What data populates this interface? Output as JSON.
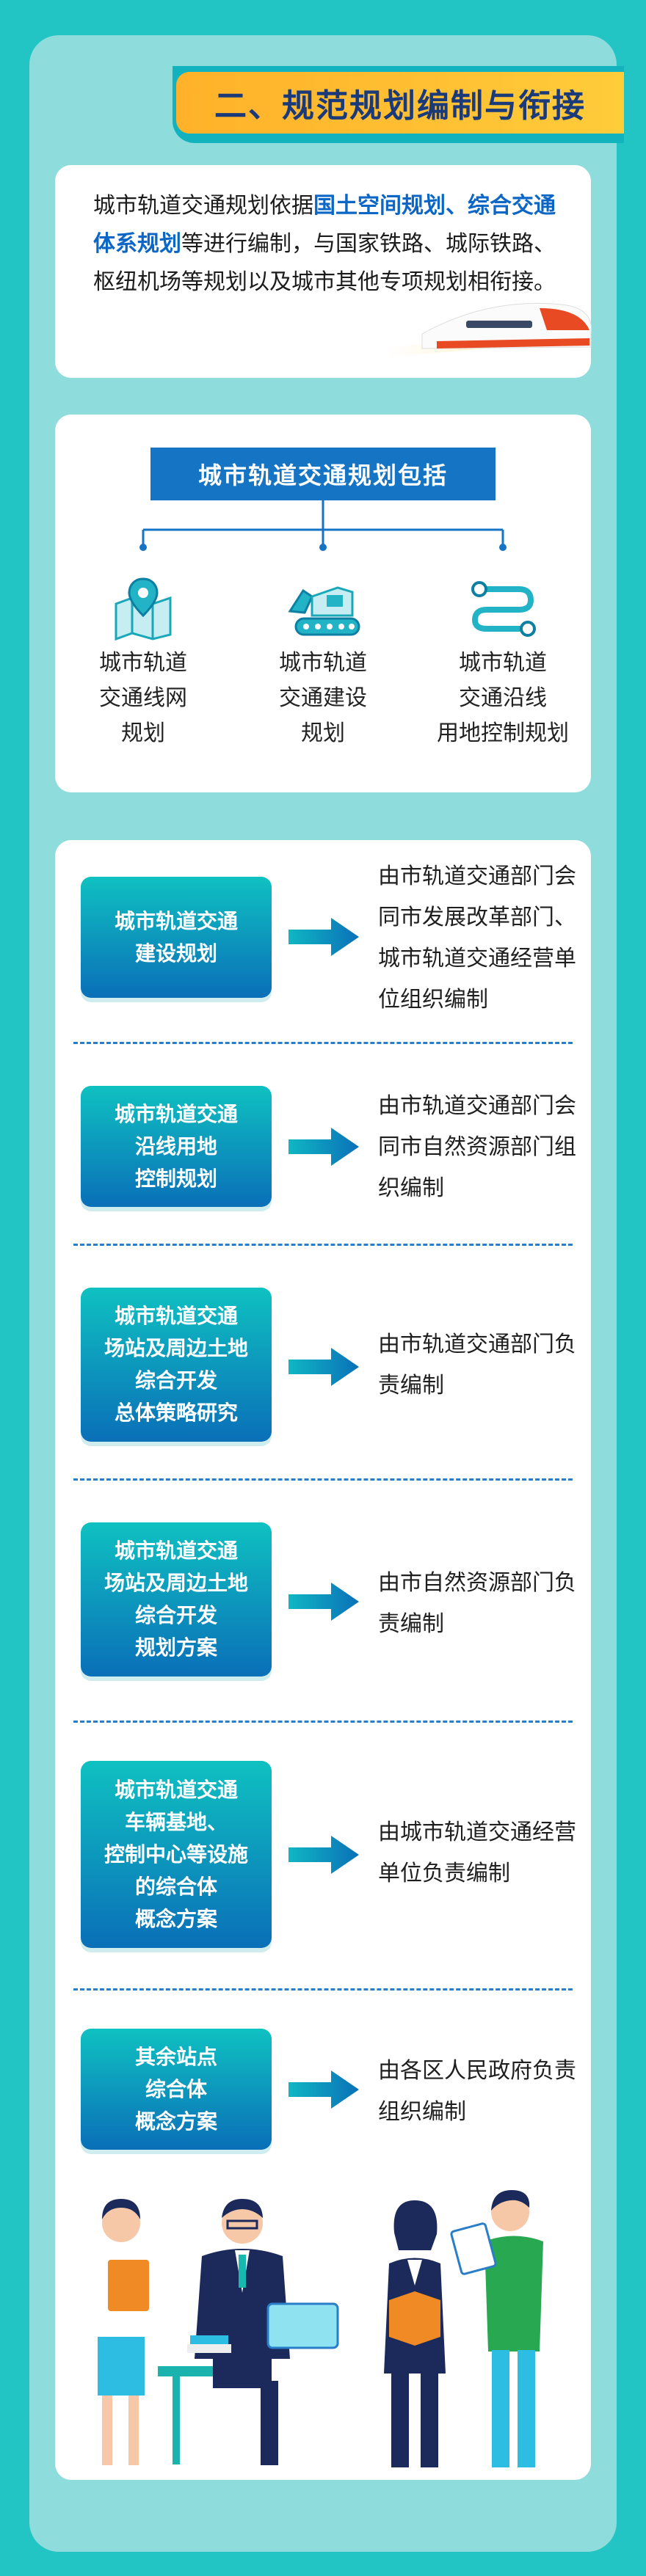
{
  "title": "二、规范规划编制与衔接",
  "intro": {
    "text_before": "城市轨道交通规划依据",
    "highlight1": "国土空间规划、综合交通体系规划",
    "text_middle": "等进行编制，与国家铁路、城际铁路、枢纽机场等规划以及城市其他专项规划相衔接。"
  },
  "includes": {
    "heading": "城市轨道交通规划包括",
    "items": [
      {
        "icon": "map-pin-icon",
        "line1": "城市轨道",
        "line2": "交通线网",
        "line3": "规划"
      },
      {
        "icon": "construction-excavator-icon",
        "line1": "城市轨道",
        "line2": "交通建设",
        "line3": "规划"
      },
      {
        "icon": "route-line-icon",
        "line1": "城市轨道",
        "line2": "交通沿线",
        "line3": "用地控制规划"
      }
    ]
  },
  "rows": [
    {
      "label_lines": [
        "城市轨道交通",
        "建设规划"
      ],
      "desc": "由市轨道交通部门会同市发展改革部门、城市轨道交通经营单位组织编制"
    },
    {
      "label_lines": [
        "城市轨道交通",
        "沿线用地",
        "控制规划"
      ],
      "desc": "由市轨道交通部门会同市自然资源部门组织编制"
    },
    {
      "label_lines": [
        "城市轨道交通",
        "场站及周边土地",
        "综合开发",
        "总体策略研究"
      ],
      "desc": "由市轨道交通部门负责编制"
    },
    {
      "label_lines": [
        "城市轨道交通",
        "场站及周边土地",
        "综合开发",
        "规划方案"
      ],
      "desc": "由市自然资源部门负责编制"
    },
    {
      "label_lines": [
        "城市轨道交通",
        "车辆基地、",
        "控制中心等设施",
        "的综合体",
        "概念方案"
      ],
      "desc": "由城市轨道交通经营单位负责编制"
    },
    {
      "label_lines": [
        "其余站点",
        "综合体",
        "概念方案"
      ],
      "desc": "由各区人民政府负责组织编制"
    }
  ],
  "colors": {
    "background": "#22c4c4",
    "accent": "#ffb12a",
    "primary": "#1674c4"
  }
}
